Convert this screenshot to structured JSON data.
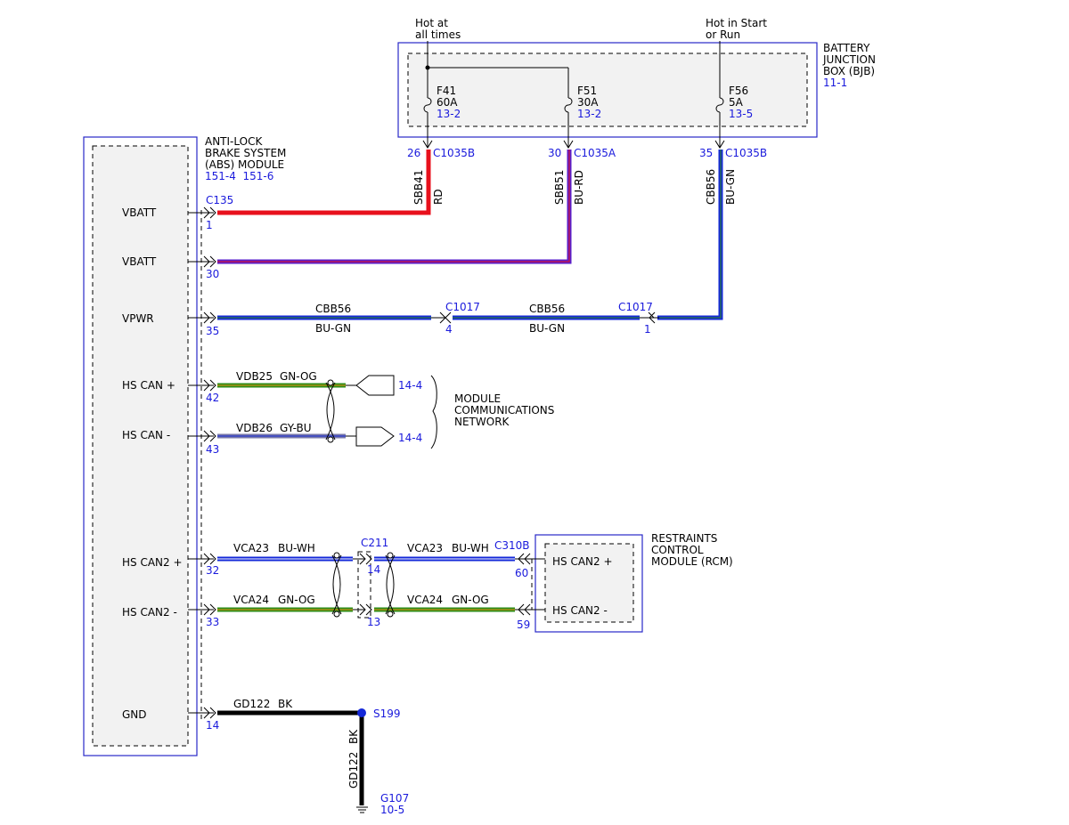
{
  "bjb": {
    "label": [
      "BATTERY",
      "JUNCTION",
      "BOX (BJB)"
    ],
    "ref": "11-1",
    "supply_hot": [
      "Hot at",
      "all times"
    ],
    "supply_start": [
      "Hot in Start",
      "or Run"
    ],
    "fuses": [
      {
        "name": "F41",
        "rating": "60A",
        "ref": "13-2"
      },
      {
        "name": "F51",
        "rating": "30A",
        "ref": "13-2"
      },
      {
        "name": "F56",
        "rating": "5A",
        "ref": "13-5"
      }
    ],
    "outputs": [
      {
        "pin": "26",
        "connector": "C1035B",
        "circuit": "SBB41",
        "color": "RD"
      },
      {
        "pin": "30",
        "connector": "C1035A",
        "circuit": "SBB51",
        "color": "BU-RD"
      },
      {
        "pin": "35",
        "connector": "C1035B",
        "circuit": "CBB56",
        "color": "BU-GN"
      }
    ]
  },
  "abs": {
    "label": [
      "ANTI-LOCK",
      "BRAKE SYSTEM",
      "(ABS) MODULE"
    ],
    "refs": "151-4  151-6",
    "connector": "C135",
    "pins": [
      {
        "name": "VBATT",
        "pin": "1"
      },
      {
        "name": "VBATT",
        "pin": "30"
      },
      {
        "name": "VPWR",
        "pin": "35"
      },
      {
        "name": "HS CAN +",
        "pin": "42"
      },
      {
        "name": "HS CAN -",
        "pin": "43"
      },
      {
        "name": "HS CAN2 +",
        "pin": "32"
      },
      {
        "name": "HS CAN2 -",
        "pin": "33"
      },
      {
        "name": "GND",
        "pin": "14"
      }
    ]
  },
  "vpwr_run": {
    "circuit": "CBB56",
    "color": "BU-GN",
    "inline_connector": "C1017",
    "pin_a": "4",
    "pin_b": "1"
  },
  "can": {
    "wires": [
      {
        "circuit": "VDB25",
        "color": "GN-OG",
        "ref": "14-4"
      },
      {
        "circuit": "VDB26",
        "color": "GY-BU",
        "ref": "14-4"
      }
    ],
    "network_label": [
      "MODULE",
      "COMMUNICATIONS",
      "NETWORK"
    ]
  },
  "can2": {
    "inline_connector": "C211",
    "inline_pins": [
      "14",
      "13"
    ],
    "wires": [
      {
        "circuit": "VCA23",
        "color": "BU-WH"
      },
      {
        "circuit": "VCA24",
        "color": "GN-OG"
      }
    ],
    "rcm_connector": "C310B",
    "rcm_pins": [
      "60",
      "59"
    ]
  },
  "rcm": {
    "label": [
      "RESTRAINTS",
      "CONTROL",
      "MODULE (RCM)"
    ],
    "pins": [
      "HS CAN2 +",
      "HS CAN2 -"
    ]
  },
  "ground": {
    "circuit": "GD122",
    "color": "BK",
    "splice": "S199",
    "ground_point": "G107",
    "ground_ref": "10-5"
  },
  "colors": {
    "red": "#e8101c",
    "blue": "#1428d8",
    "blue_red": "#5a1ec8",
    "green": "#2e8c18",
    "gray_blue": "#7878a8",
    "black": "#000000",
    "ref_text": "#1a1adc",
    "box_border": "#2828c8",
    "box_fill": "#f2f2f2"
  }
}
